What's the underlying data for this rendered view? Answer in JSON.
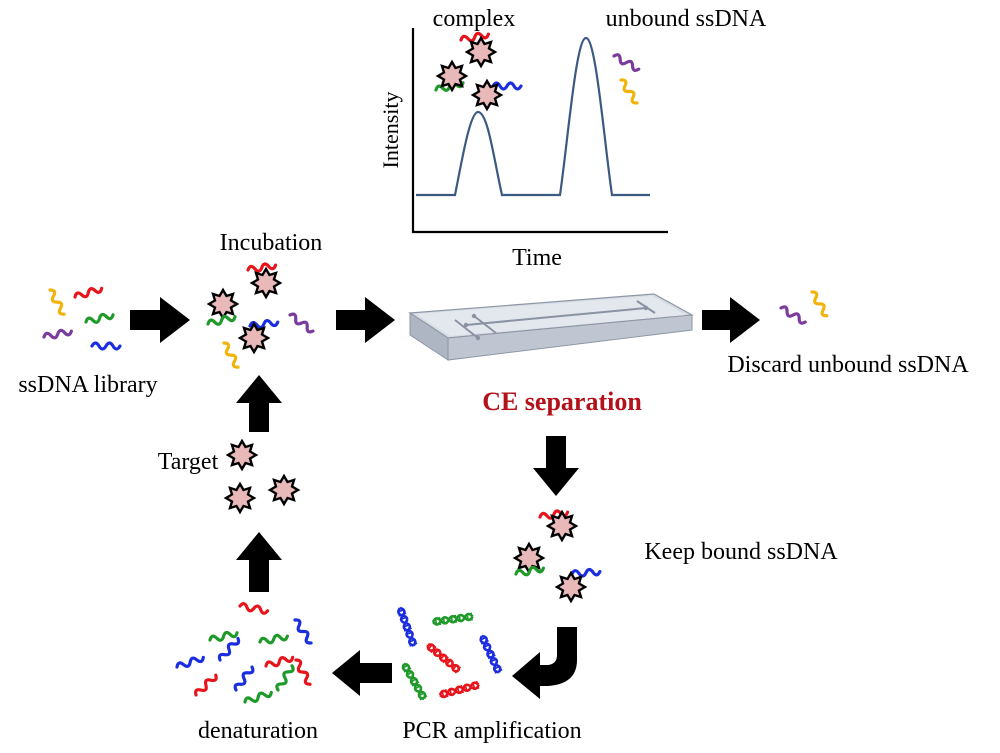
{
  "labels": {
    "complex": "complex",
    "unbound": "unbound ssDNA",
    "y_axis": "Intensity",
    "x_axis": "Time",
    "incubation": "Incubation",
    "library": "ssDNA library",
    "ce": "CE separation",
    "discard": "Discard unbound ssDNA",
    "target": "Target",
    "keep": "Keep bound ssDNA",
    "pcr": "PCR amplification",
    "denaturation": "denaturation"
  },
  "colors": {
    "red": "#e8141b",
    "green": "#1f9a2a",
    "blue": "#1a2ee0",
    "purple": "#7b3b9c",
    "yellow": "#f2b40a",
    "ce_title": "#b3121a",
    "trace": "#3a5a82",
    "target_fill": "#e9b9b9",
    "arrow": "#000000"
  },
  "icons": [
    "arrow-right",
    "arrow-down",
    "arrow-up",
    "arrow-left",
    "curved-arrow",
    "target-protein",
    "ssdna-strand",
    "dsdna-helix",
    "ce-chip"
  ]
}
